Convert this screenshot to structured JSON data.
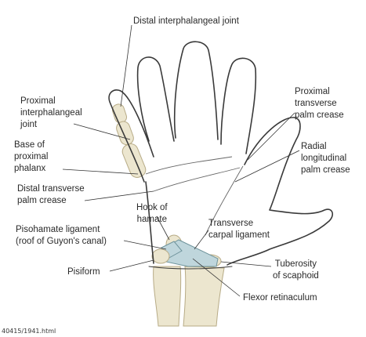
{
  "labels": {
    "distal_interphalangeal_joint": "Distal interphalangeal joint",
    "proximal_interphalangeal_joint": [
      "Proximal",
      "interphalangeal",
      "joint"
    ],
    "base_of_proximal_phalanx": [
      "Base of",
      "proximal",
      "phalanx"
    ],
    "distal_transverse_palm_crease": [
      "Distal transverse",
      "palm crease"
    ],
    "hook_of_hamate": [
      "Hook of",
      "hamate"
    ],
    "pisohamate_ligament": [
      "Pisohamate ligament",
      "(roof of Guyon's canal)"
    ],
    "pisiform": "Pisiform",
    "proximal_transverse_palm_crease": [
      "Proximal",
      "transverse",
      "palm crease"
    ],
    "radial_longitudinal_palm_crease": [
      "Radial",
      "longitudinal",
      "palm crease"
    ],
    "transverse_carpal_ligament": [
      "Transverse",
      "carpal ligament"
    ],
    "tuberosity_of_scaphoid": [
      "Tuberosity",
      "of scaphoid"
    ],
    "flexor_retinaculum": "Flexor retinaculum"
  },
  "caption": "40415/1941.html",
  "colors": {
    "outline": "#3a3a3a",
    "bone_fill": "#ece6cf",
    "bone_stroke": "#b7ab86",
    "ligament_fill": "#bfd6dc",
    "ligament_stroke": "#6f949c",
    "leader": "#333333"
  }
}
